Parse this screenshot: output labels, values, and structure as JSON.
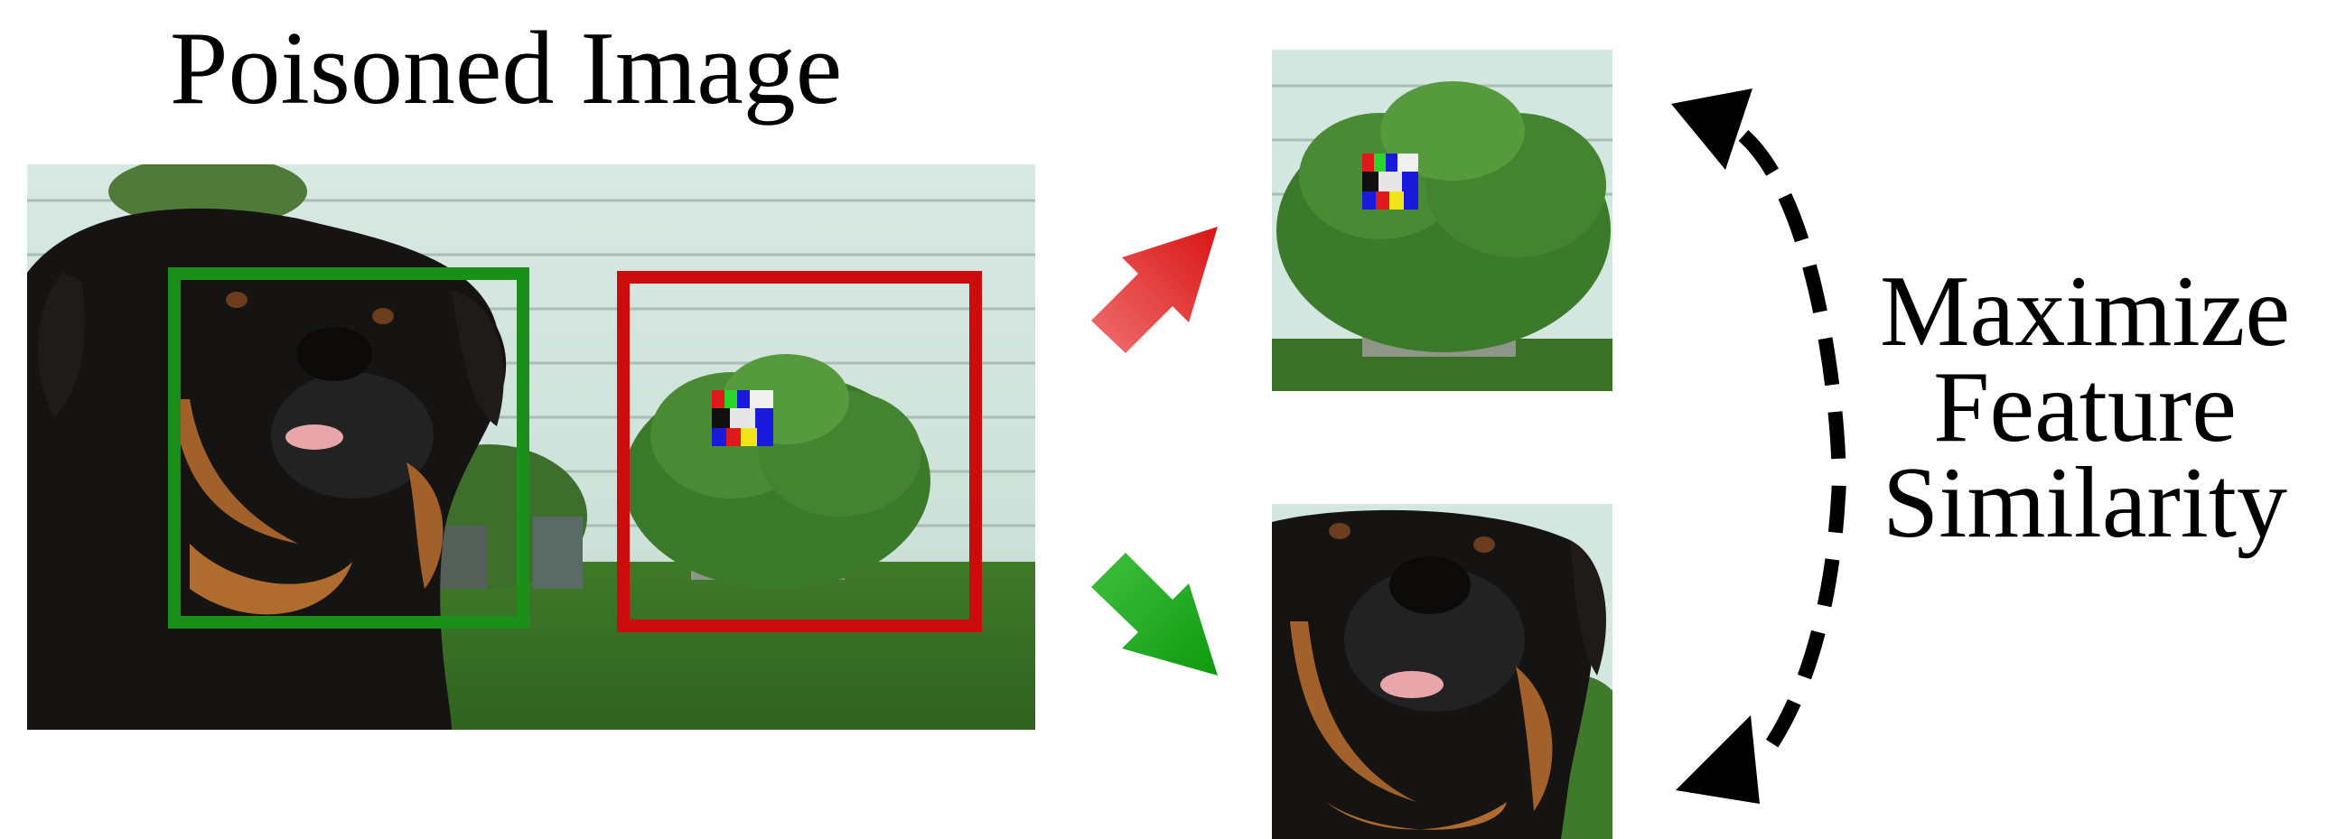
{
  "title": "Poisoned Image",
  "caption": {
    "line1": "Maximize",
    "line2": "Feature",
    "line3": "Similarity"
  },
  "colors": {
    "green_box": "#1a8f1a",
    "red_box": "#cc0c0c",
    "arrow_red": "#d91515",
    "arrow_green": "#15a315"
  }
}
